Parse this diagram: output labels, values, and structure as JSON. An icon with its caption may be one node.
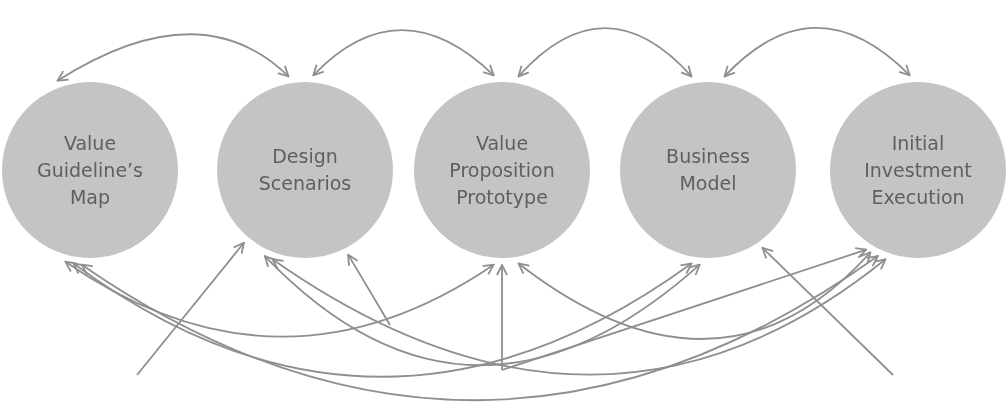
{
  "diagram": {
    "nodes": [
      {
        "text": [
          "Value Guideline’s Map"
        ]
      },
      {
        "text": [
          "Design Scenarios"
        ]
      },
      {
        "text": [
          "Value Proposition Prototype"
        ]
      },
      {
        "text": [
          "Business Model"
        ]
      },
      {
        "text": [
          "Initial Investment Execution"
        ]
      }
    ],
    "edges": [
      {
        "from": 0,
        "to": 1,
        "arrow": "both"
      },
      {
        "from": 1,
        "to": 2,
        "arrow": "both"
      },
      {
        "from": 2,
        "to": 3,
        "arrow": "both"
      },
      {
        "from": 3,
        "to": 4,
        "arrow": "both"
      },
      {
        "from": 0,
        "to": 2,
        "arrow": "both"
      },
      {
        "from": 0,
        "to": 3,
        "arrow": "both"
      },
      {
        "from": 0,
        "to": 4,
        "arrow": "both"
      },
      {
        "from": 1,
        "to": 3,
        "arrow": "both"
      },
      {
        "from": 1,
        "to": 4,
        "arrow": "both"
      },
      {
        "from": 2,
        "to": 4,
        "arrow": "both"
      },
      {
        "from": null,
        "to": 1,
        "arrow": "to"
      },
      {
        "from": null,
        "to": 3,
        "arrow": "to"
      },
      {
        "from": null,
        "to": 2,
        "arrow": "to"
      },
      {
        "from": null,
        "to": 1,
        "arrow": "to"
      },
      {
        "from": null,
        "to": 4,
        "arrow": "to"
      }
    ]
  }
}
